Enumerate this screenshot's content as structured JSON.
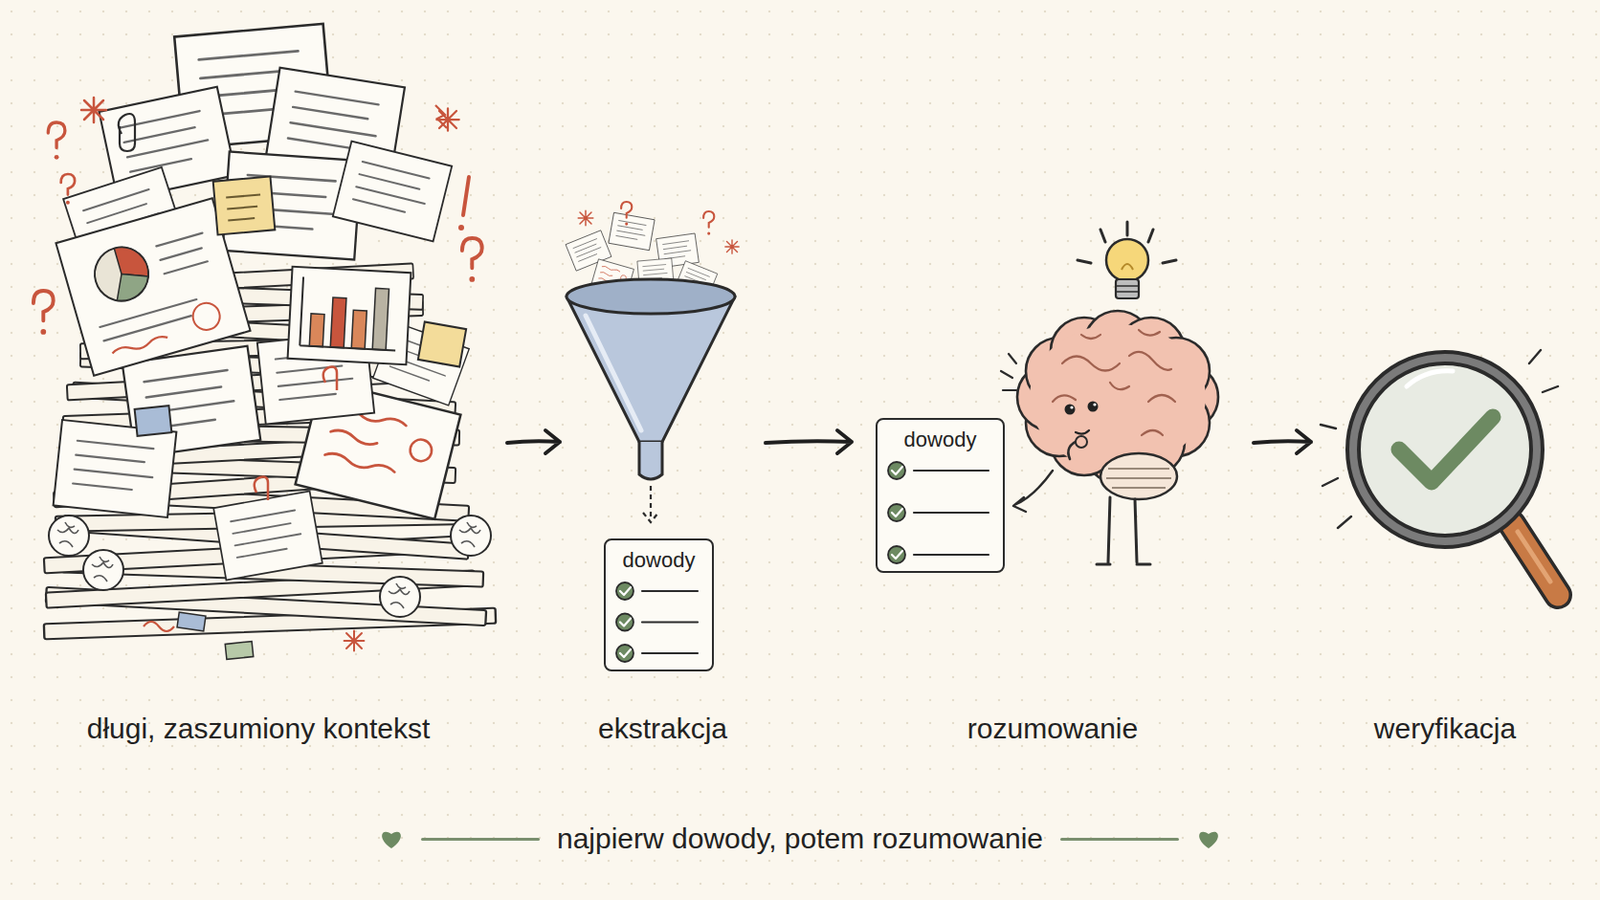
{
  "diagram": {
    "caption": "najpierw dowody, potem rozumowanie",
    "nodes": [
      {
        "text": [
          "długi, zaszumiony kontekst"
        ]
      },
      {
        "text": [
          "ekstrakcja"
        ]
      },
      {
        "text": [
          "dowody"
        ],
        "in": 1
      },
      {
        "text": [
          "rozumowanie"
        ]
      },
      {
        "text": [
          "dowody"
        ],
        "in": 3
      },
      {
        "text": [
          "weryfikacja"
        ]
      }
    ],
    "edges": [
      {
        "from": 0,
        "to": 1,
        "arrow": "to"
      },
      {
        "from": 1,
        "to": 3,
        "arrow": "to"
      },
      {
        "from": 3,
        "to": 5,
        "arrow": "to"
      }
    ]
  }
}
